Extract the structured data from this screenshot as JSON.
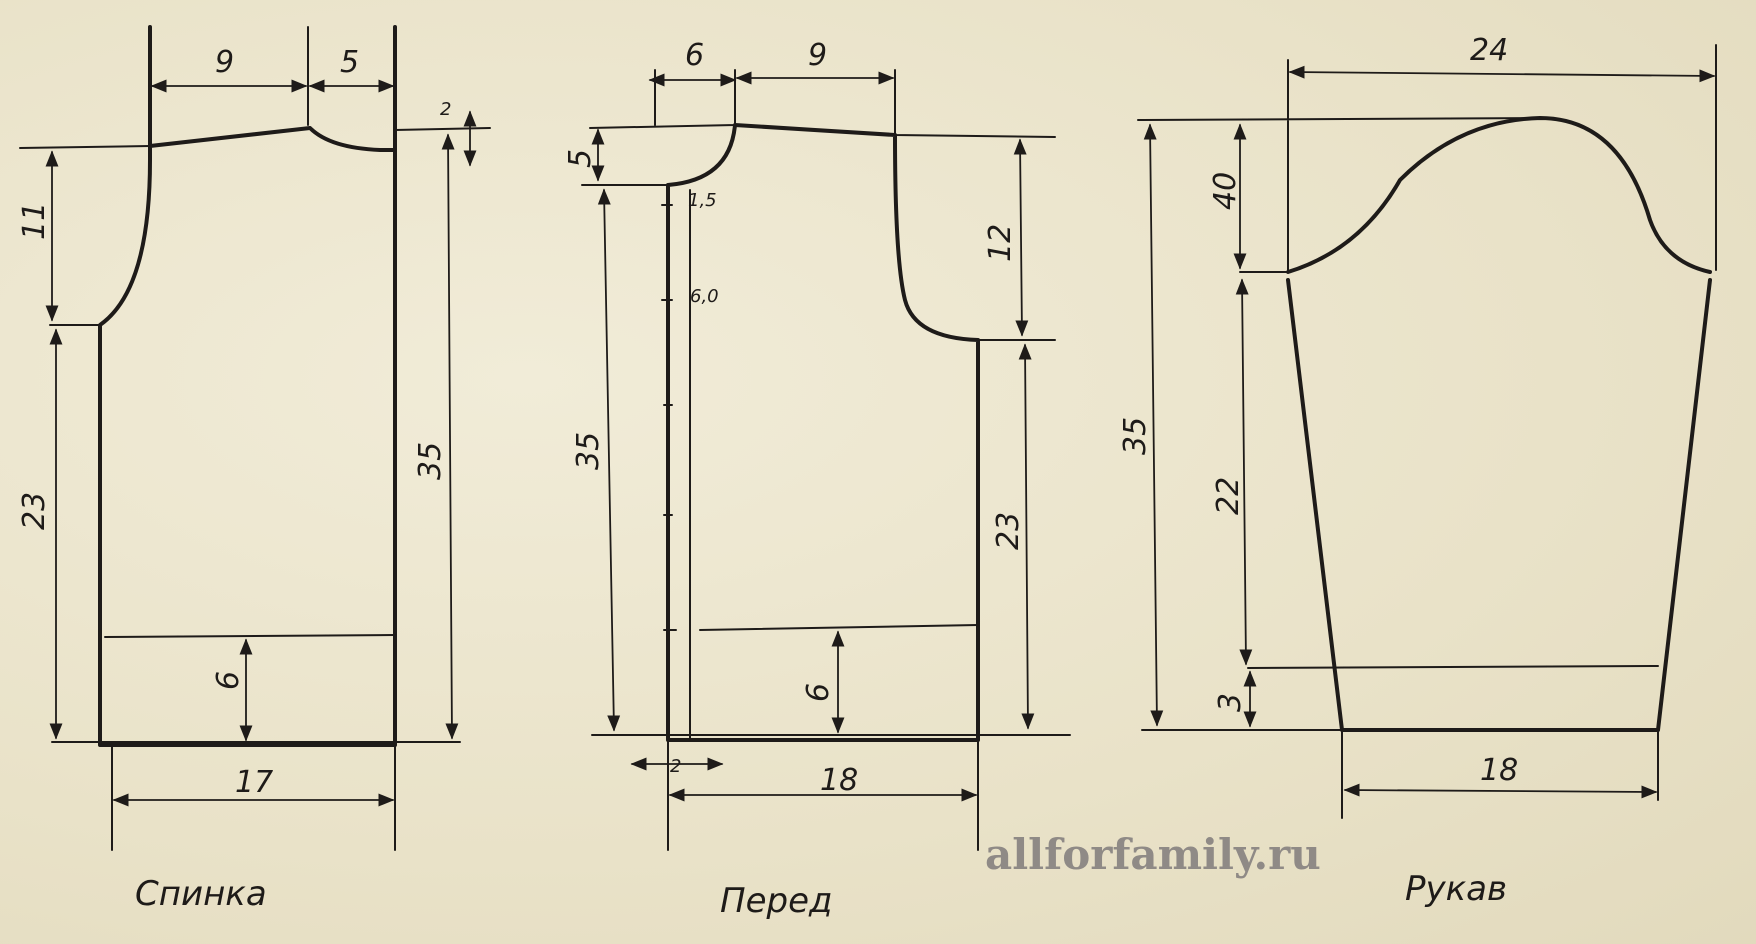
{
  "pieces": {
    "back": {
      "title": "Спинка",
      "dims": {
        "neck_width": "9",
        "shoulder": "5",
        "neck_drop": "2",
        "armhole_depth": "11",
        "side_length": "23",
        "total_length": "35",
        "rib": "6",
        "half_width": "17"
      }
    },
    "front": {
      "title": "Перед",
      "dims": {
        "shoulder": "6",
        "neck_width": "9",
        "neck_depth": "5",
        "armhole_depth": "12",
        "total_length": "35",
        "side_length": "23",
        "rib": "6",
        "placket": "2",
        "half_width": "18",
        "mark_1": "1,5",
        "mark_2": "6,0"
      }
    },
    "sleeve": {
      "title": "Рукав",
      "dims": {
        "top_width": "24",
        "cap_height": "40",
        "total_length": "35",
        "seam_length": "22",
        "cuff": "3",
        "bottom_width": "18"
      }
    }
  },
  "watermark": "allforfamily.ru"
}
